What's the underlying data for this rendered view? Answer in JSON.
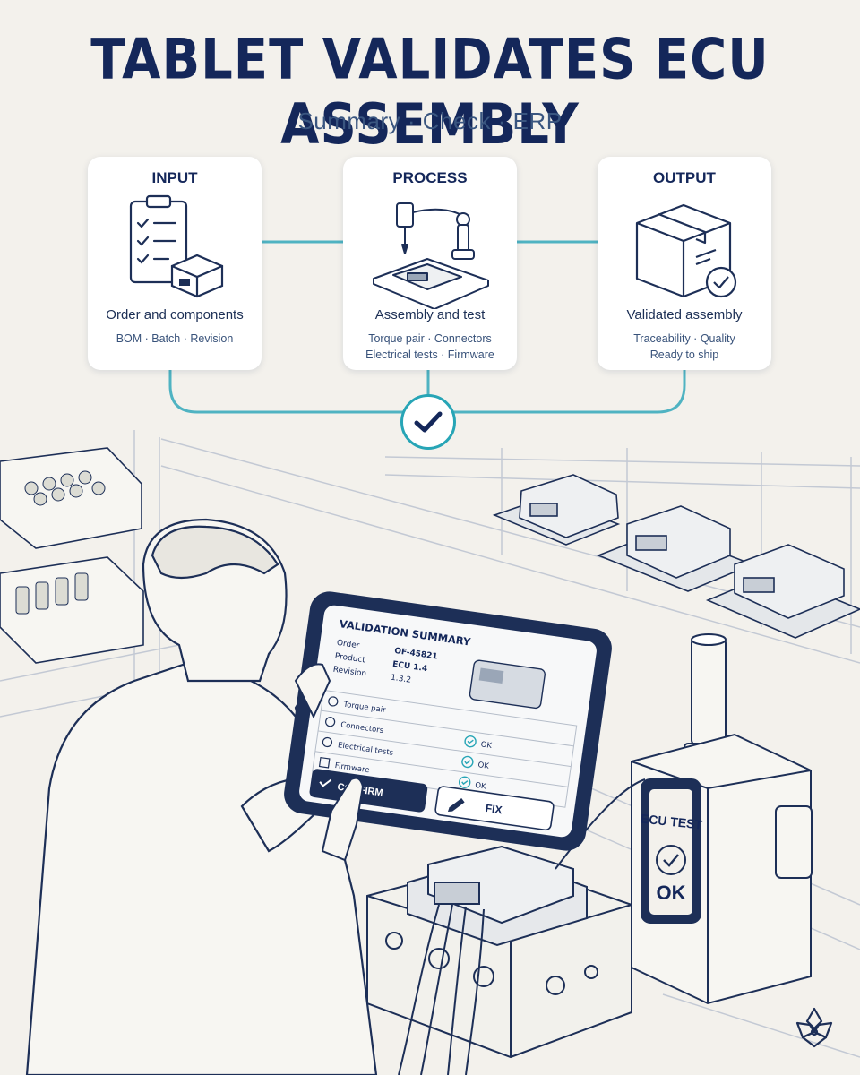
{
  "title": "TABLET VALIDATES ECU ASSEMBLY",
  "subtitle": "Summary · Check · ERP",
  "stages": [
    {
      "heading": "INPUT",
      "description": "Order and components",
      "details": [
        "BOM · Batch · Revision"
      ],
      "icon": "clipboard-components-icon"
    },
    {
      "heading": "PROCESS",
      "description": "Assembly and test",
      "details": [
        "Torque pair · Connectors",
        "Electrical tests · Firmware"
      ],
      "icon": "robot-arm-icon"
    },
    {
      "heading": "OUTPUT",
      "description": "Validated assembly",
      "details": [
        "Traceability · Quality",
        "Ready to ship"
      ],
      "icon": "box-check-icon"
    }
  ],
  "tablet": {
    "heading": "VALIDATION SUMMARY",
    "fields": [
      {
        "label": "Order",
        "value": "OF-45821"
      },
      {
        "label": "Product",
        "value": "ECU 1.4"
      },
      {
        "label": "Revision",
        "value": "1.3.2"
      }
    ],
    "checks": [
      {
        "label": "Torque pair",
        "status": ""
      },
      {
        "label": "Connectors",
        "status": "OK"
      },
      {
        "label": "Electrical tests",
        "status": "OK"
      },
      {
        "label": "Firmware",
        "status": "OK"
      }
    ],
    "confirm_label": "CONFIRM",
    "fix_label": "FIX"
  },
  "tester": {
    "label": "ECU TEST",
    "status": "OK"
  },
  "colors": {
    "navy": "#14275a",
    "teal": "#27a5b6",
    "background": "#f3f1ec"
  }
}
